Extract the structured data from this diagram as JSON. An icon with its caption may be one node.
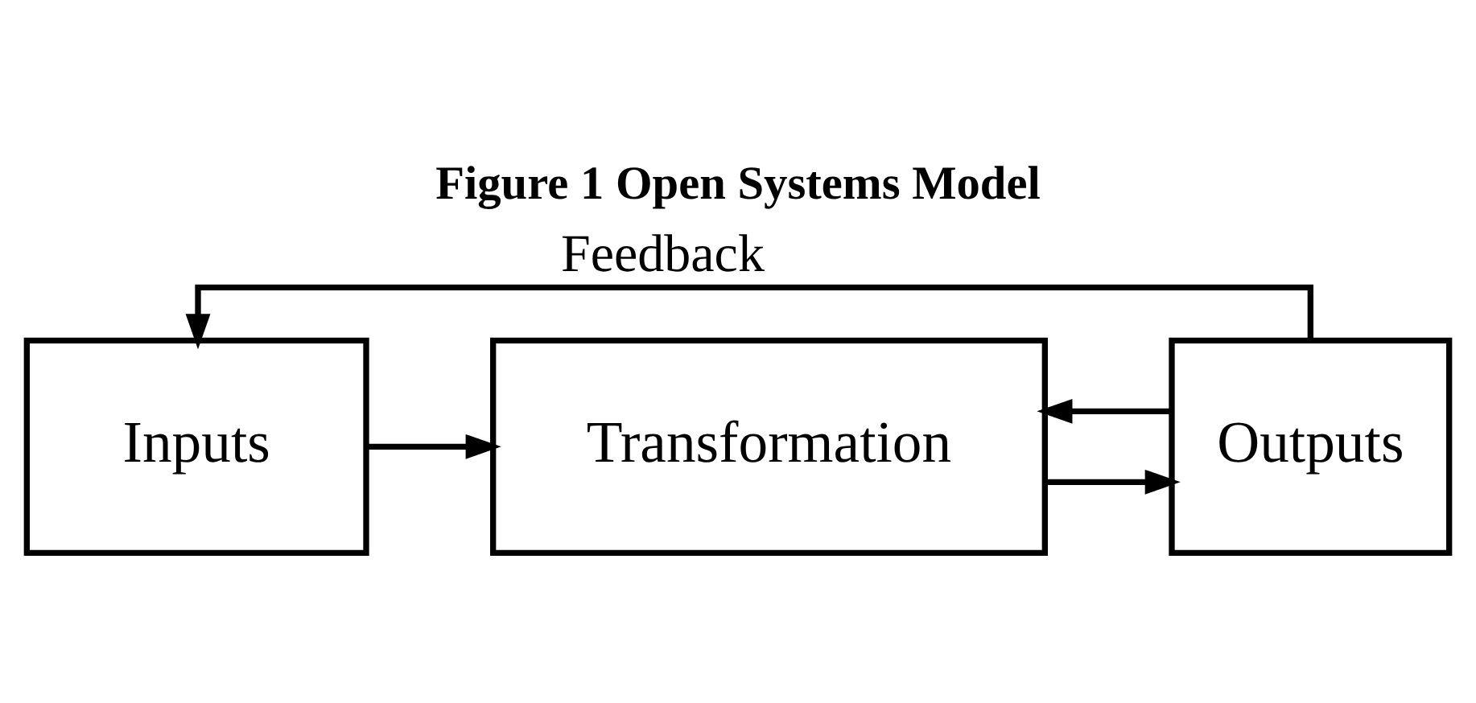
{
  "diagram": {
    "title": "Figure 1 Open Systems Model",
    "nodes": [
      {
        "text": [
          "Inputs"
        ]
      },
      {
        "text": [
          "Transformation"
        ]
      },
      {
        "text": [
          "Outputs"
        ]
      }
    ],
    "edges": [
      {
        "from": 0,
        "to": 1,
        "arrow": "to"
      },
      {
        "from": 1,
        "to": 2,
        "arrow": "to"
      },
      {
        "from": 2,
        "to": 0,
        "arrow": "to",
        "label": "Feedback"
      },
      {
        "from": 2,
        "to": 1,
        "arrow": "to"
      }
    ]
  }
}
